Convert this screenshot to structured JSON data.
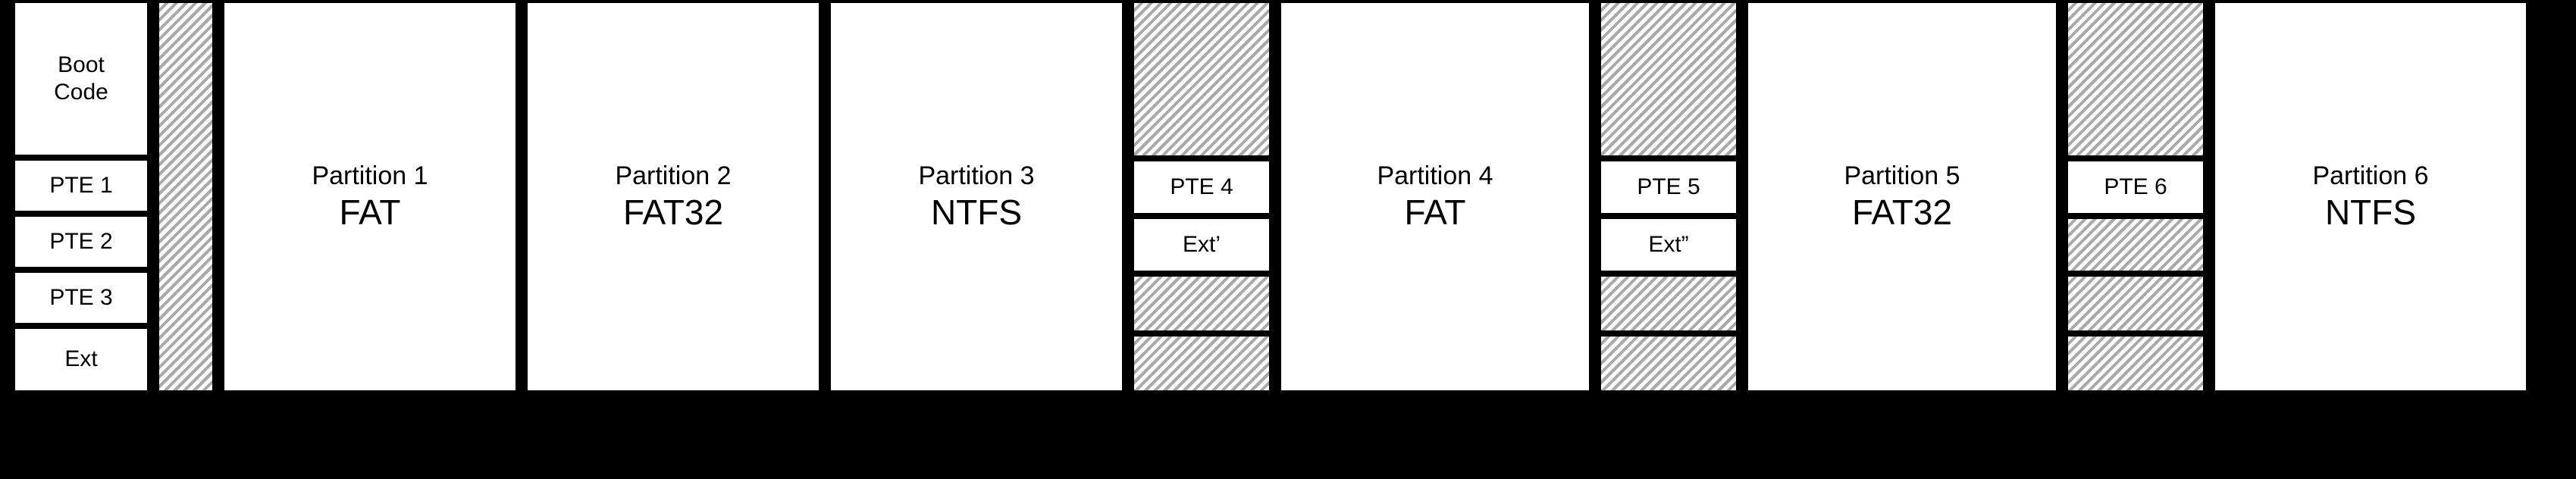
{
  "diagram": {
    "title": "MBR partition table chaining diagram",
    "colors": {
      "background": "#000000",
      "cell_fill": "#ffffff",
      "cell_border": "#000000",
      "hatch_stripe": "#a9a9a9"
    }
  },
  "mbr": {
    "name": "master-boot-record",
    "boot_code_label": "Boot\nCode",
    "boot_code_line1": "Boot",
    "boot_code_line2": "Code",
    "entries": [
      {
        "label": "PTE 1"
      },
      {
        "label": "PTE 2"
      },
      {
        "label": "PTE 3"
      },
      {
        "label": "Ext"
      }
    ]
  },
  "gap_after_mbr": {
    "name": "unallocated-hatched-gap",
    "label": ""
  },
  "partitions": [
    {
      "id": "partition-1",
      "title": "Partition 1",
      "filesystem": "FAT"
    },
    {
      "id": "partition-2",
      "title": "Partition 2",
      "filesystem": "FAT32"
    },
    {
      "id": "partition-3",
      "title": "Partition 3",
      "filesystem": "NTFS"
    },
    {
      "id": "partition-4",
      "title": "Partition 4",
      "filesystem": "FAT"
    },
    {
      "id": "partition-5",
      "title": "Partition 5",
      "filesystem": "FAT32"
    },
    {
      "id": "partition-6",
      "title": "Partition 6",
      "filesystem": "NTFS"
    }
  ],
  "ebr_blocks": [
    {
      "id": "ebr-1",
      "pte_label": "PTE 4",
      "ext_label": "Ext’",
      "hatched_rows_top": 1,
      "hatched_rows_bottom": 2
    },
    {
      "id": "ebr-2",
      "pte_label": "PTE 5",
      "ext_label": "Ext”",
      "hatched_rows_top": 1,
      "hatched_rows_bottom": 2
    },
    {
      "id": "ebr-3",
      "pte_label": "PTE 6",
      "ext_label": "",
      "hatched_rows_top": 1,
      "hatched_rows_bottom": 3
    }
  ]
}
